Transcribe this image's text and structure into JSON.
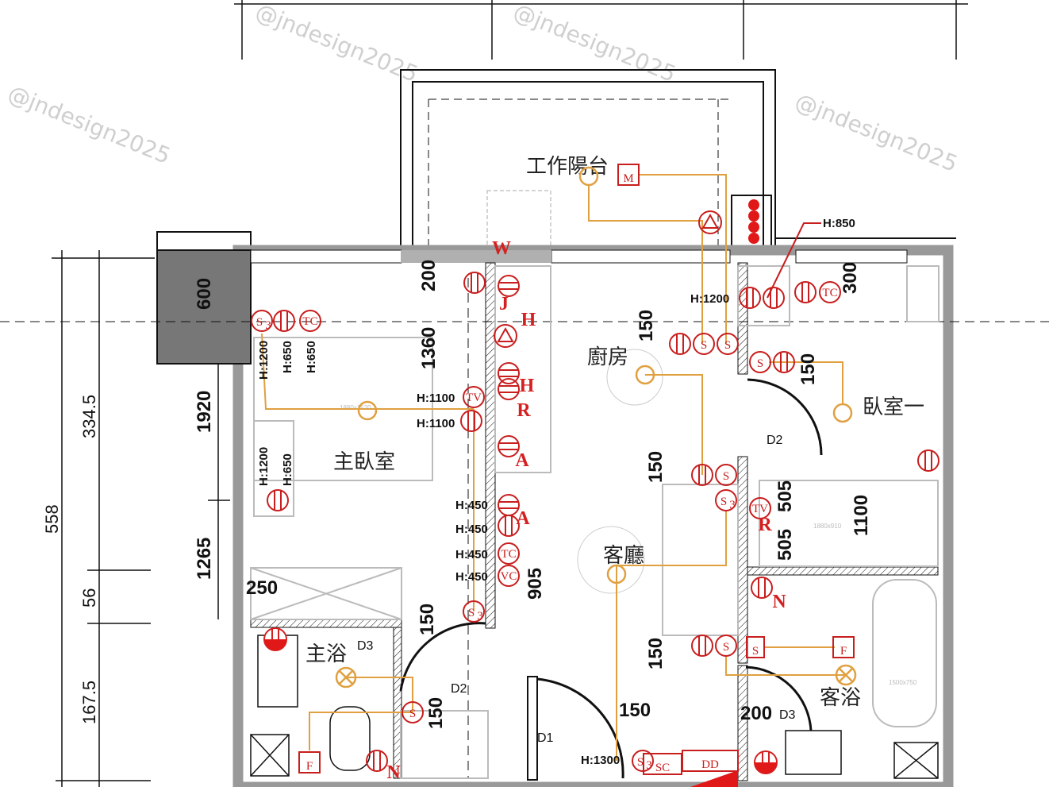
{
  "top_dimensions": [],
  "left_dimensions": {
    "total": "558",
    "d1": "334.5",
    "d2": "56",
    "d3": "167.5"
  },
  "inner_dimensions": [
    "600",
    "1920",
    "1265",
    "250",
    "200",
    "1360",
    "150",
    "150",
    "150",
    "300",
    "505",
    "505",
    "1100",
    "905",
    "150",
    "150",
    "150",
    "150",
    "200"
  ],
  "rooms": {
    "balcony": "工作陽台",
    "master_bedroom": "主臥室",
    "kitchen": "廚房",
    "bedroom_one": "臥室一",
    "living_room": "客廳",
    "master_bath": "主浴",
    "guest_bath": "客浴"
  },
  "doors": [
    "D1",
    "D2",
    "D2",
    "D3",
    "D3"
  ],
  "heights": [
    "H:1200",
    "H:650",
    "H:650",
    "H:1200",
    "H:650",
    "H:1100",
    "H:1100",
    "H:450",
    "H:450",
    "H:450",
    "H:450",
    "H:1200",
    "H:850",
    "H:1300"
  ],
  "furniture_sizes": [
    "1880x1520",
    "1880x910",
    "1500x750"
  ],
  "symbol_labels": {
    "s": "S",
    "s3": "S",
    "s3_sub": "3",
    "tc": "TC",
    "tv": "TV",
    "vc": "VC",
    "m": "M",
    "f": "F",
    "sc": "SC",
    "dd": "DD",
    "w": "W",
    "j": "J",
    "h": "H",
    "r": "R",
    "a": "A",
    "n": "N"
  },
  "watermark": "@jndesign2025",
  "colors": {
    "symbol": "#c81e1e",
    "wire": "#e0a040",
    "wall": "#b0b0b0",
    "column": "#777777"
  }
}
